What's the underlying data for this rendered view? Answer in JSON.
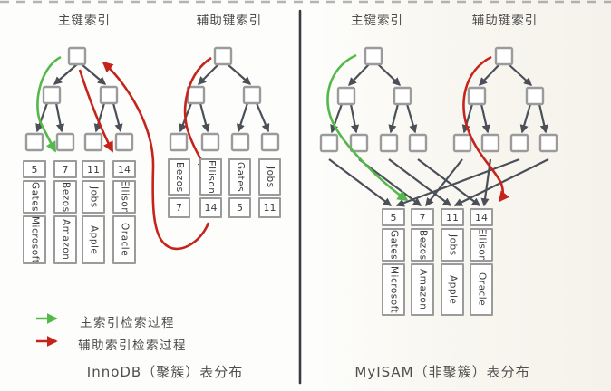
{
  "left_panel": {
    "primary_index_label": "主键索引",
    "secondary_index_label": "辅助键索引",
    "caption": "InnoDB（聚簇）表分布",
    "primary_leaf_rows": [
      {
        "pk": "5",
        "name": "Gates",
        "company": "Microsoft"
      },
      {
        "pk": "7",
        "name": "Bezos",
        "company": "Amazon"
      },
      {
        "pk": "11",
        "name": "Jobs",
        "company": "Apple"
      },
      {
        "pk": "14",
        "name": "Ellison",
        "company": "Oracle"
      }
    ],
    "secondary_leaf_entries": [
      {
        "name": "Bezos",
        "pk": "7"
      },
      {
        "name": "Ellison",
        "pk": "14"
      },
      {
        "name": "Gates",
        "pk": "5"
      },
      {
        "name": "Jobs",
        "pk": "11"
      }
    ]
  },
  "right_panel": {
    "primary_index_label": "主键索引",
    "secondary_index_label": "辅助键索引",
    "caption": "MyISAM（非聚簇）表分布",
    "data_rows": [
      {
        "pk": "5",
        "name": "Gates",
        "company": "Microsoft"
      },
      {
        "pk": "7",
        "name": "Bezos",
        "company": "Amazon"
      },
      {
        "pk": "11",
        "name": "Jobs",
        "company": "Apple"
      },
      {
        "pk": "14",
        "name": "Ellison",
        "company": "Oracle"
      }
    ]
  },
  "legend": {
    "primary_label": "主索引检索过程",
    "secondary_label": "辅助索引检索过程"
  },
  "colors": {
    "primary_search_arrow": "#54b94a",
    "secondary_search_arrow": "#c5241c",
    "tree_edge": "#4a4f58",
    "box_border": "#9b9b9b",
    "divider": "#383c42",
    "text": "#4c4c4c"
  }
}
